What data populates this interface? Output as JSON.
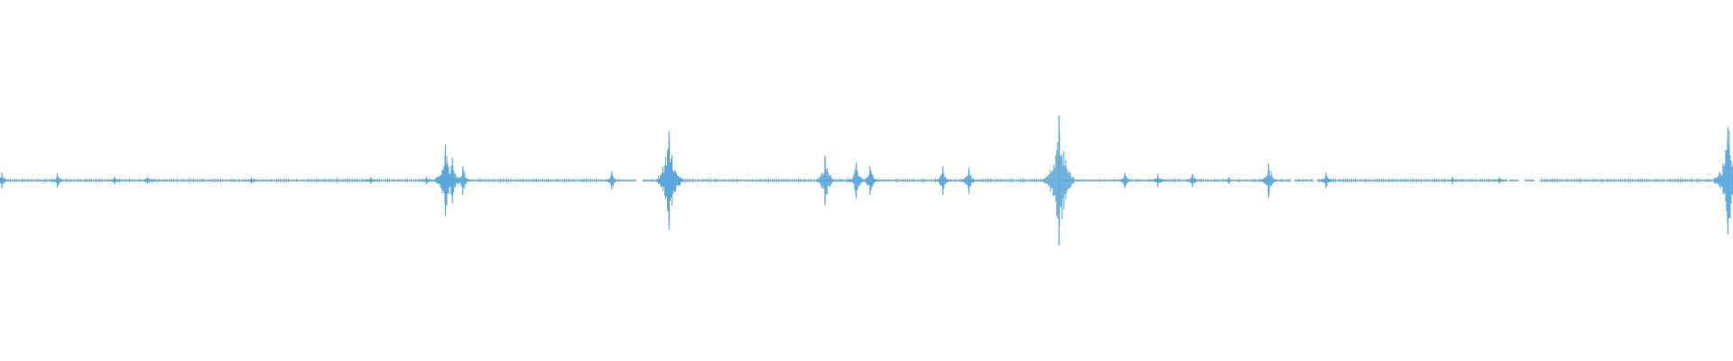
{
  "waveform": {
    "color": "#5aa7dd",
    "baseline_level": 0.0,
    "max_amplitude": 1.0,
    "segments": [
      {
        "start": 0.0,
        "end": 0.355,
        "level": 0.012
      },
      {
        "start": 0.355,
        "end": 0.367,
        "level": 0.008
      },
      {
        "start": 0.371,
        "end": 0.382,
        "level": 0.01
      },
      {
        "start": 0.386,
        "end": 0.603,
        "level": 0.012
      },
      {
        "start": 0.613,
        "end": 0.71,
        "level": 0.01
      },
      {
        "start": 0.713,
        "end": 0.745,
        "level": 0.01
      },
      {
        "start": 0.747,
        "end": 0.758,
        "level": 0.01
      },
      {
        "start": 0.76,
        "end": 0.87,
        "level": 0.012
      },
      {
        "start": 0.871,
        "end": 0.876,
        "level": 0.006
      },
      {
        "start": 0.88,
        "end": 0.885,
        "level": 0.006
      },
      {
        "start": 0.889,
        "end": 0.995,
        "level": 0.012
      },
      {
        "start": 0.997,
        "end": 1.0,
        "level": 0.012
      }
    ],
    "bursts": [
      {
        "pos": 0.001,
        "amp": 0.12
      },
      {
        "pos": 0.033,
        "amp": 0.11
      },
      {
        "pos": 0.066,
        "amp": 0.06
      },
      {
        "pos": 0.085,
        "amp": 0.05
      },
      {
        "pos": 0.145,
        "amp": 0.05
      },
      {
        "pos": 0.214,
        "amp": 0.05
      },
      {
        "pos": 0.246,
        "amp": 0.06
      },
      {
        "pos": 0.257,
        "amp": 0.55
      },
      {
        "pos": 0.261,
        "amp": 0.35
      },
      {
        "pos": 0.267,
        "amp": 0.22
      },
      {
        "pos": 0.353,
        "amp": 0.14
      },
      {
        "pos": 0.386,
        "amp": 0.75
      },
      {
        "pos": 0.476,
        "amp": 0.38
      },
      {
        "pos": 0.494,
        "amp": 0.27
      },
      {
        "pos": 0.502,
        "amp": 0.22
      },
      {
        "pos": 0.544,
        "amp": 0.22
      },
      {
        "pos": 0.559,
        "amp": 0.2
      },
      {
        "pos": 0.611,
        "amp": 1.0
      },
      {
        "pos": 0.649,
        "amp": 0.12
      },
      {
        "pos": 0.668,
        "amp": 0.1
      },
      {
        "pos": 0.688,
        "amp": 0.1
      },
      {
        "pos": 0.709,
        "amp": 0.05
      },
      {
        "pos": 0.732,
        "amp": 0.26
      },
      {
        "pos": 0.765,
        "amp": 0.12
      },
      {
        "pos": 0.838,
        "amp": 0.06
      },
      {
        "pos": 0.865,
        "amp": 0.05
      },
      {
        "pos": 0.997,
        "amp": 0.82
      }
    ]
  }
}
